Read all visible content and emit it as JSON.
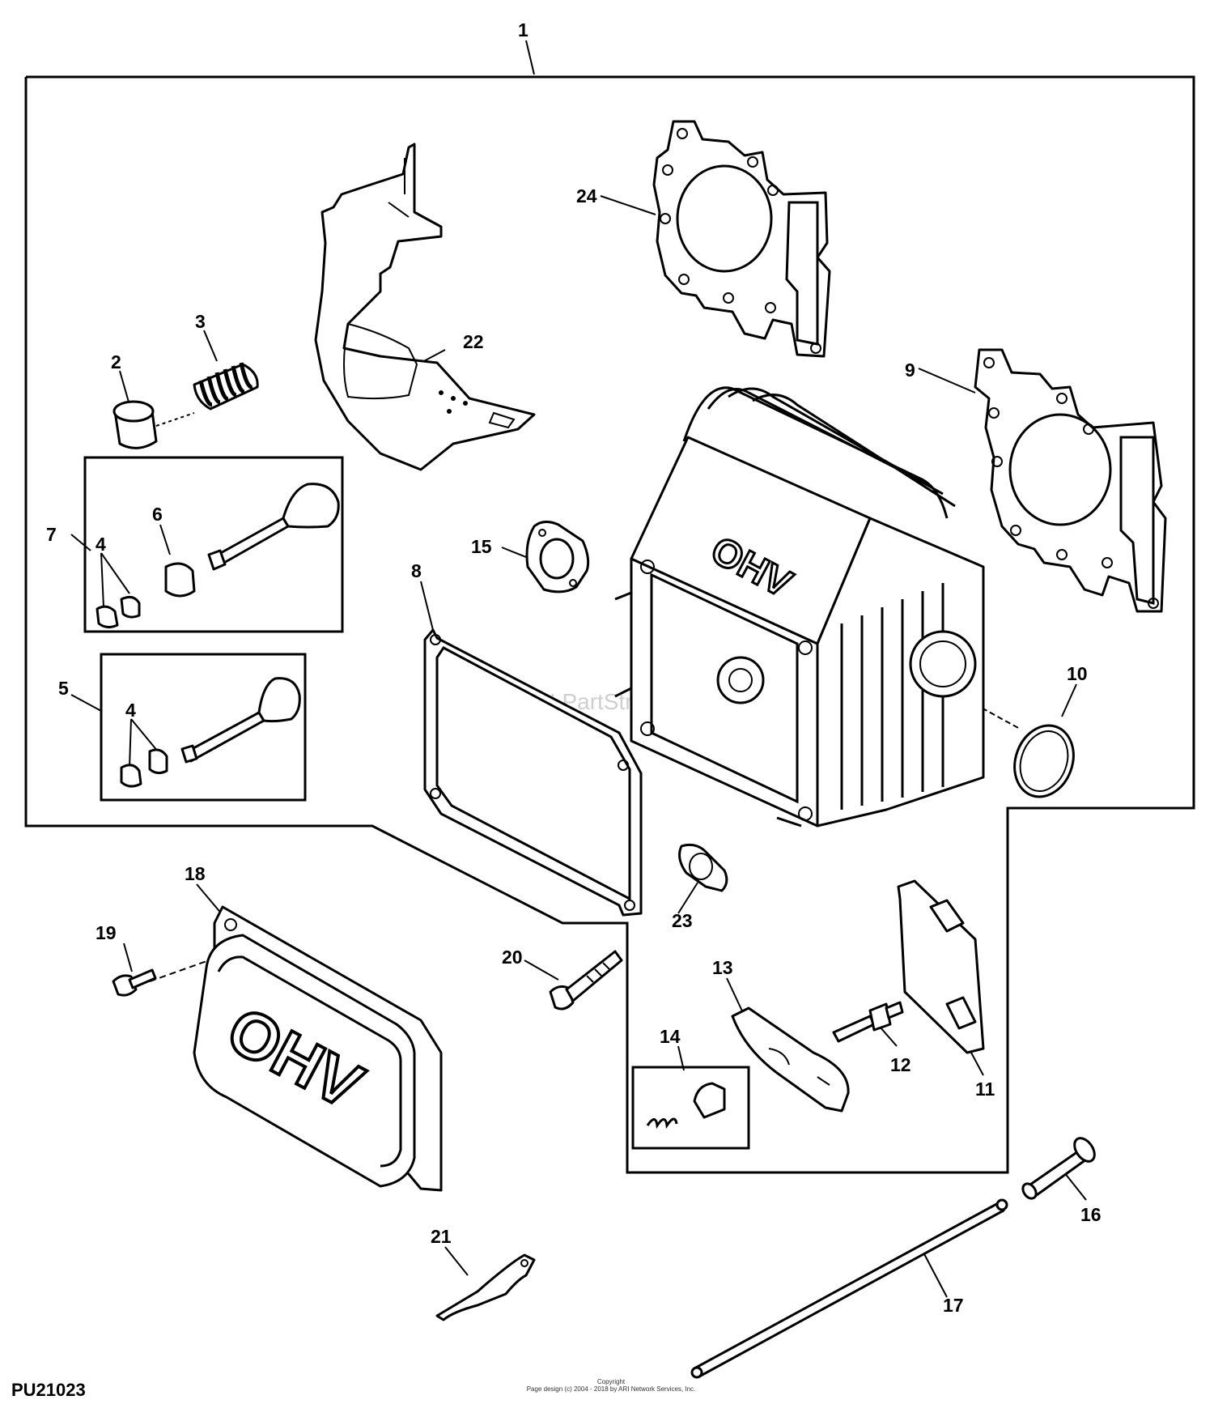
{
  "figure_id": "PU21023",
  "watermark": "ARI PartStream",
  "copyright": {
    "line1": "Copyright",
    "line2": "Page design (c) 2004 - 2018 by ARI Network Services, Inc."
  },
  "callouts": {
    "c1": "1",
    "c2": "2",
    "c3": "3",
    "c4a": "4",
    "c4b": "4",
    "c5": "5",
    "c6": "6",
    "c7": "7",
    "c8": "8",
    "c9": "9",
    "c10": "10",
    "c11": "11",
    "c12": "12",
    "c13": "13",
    "c14": "14",
    "c15": "15",
    "c16": "16",
    "c17": "17",
    "c18": "18",
    "c19": "19",
    "c20": "20",
    "c21": "21",
    "c22": "22",
    "c23": "23",
    "c24": "24"
  },
  "emboss": {
    "cover": "OHV",
    "head": "OHV"
  }
}
